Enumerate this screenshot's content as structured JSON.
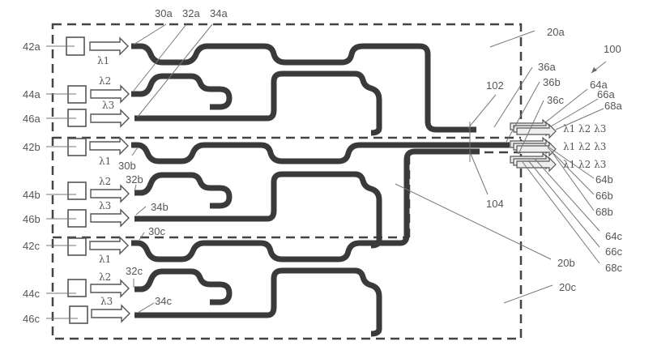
{
  "figure": {
    "system_label": "100",
    "regions": [
      {
        "id": "20a",
        "label": "20a"
      },
      {
        "id": "20b",
        "label": "20b"
      },
      {
        "id": "20c",
        "label": "20c"
      }
    ],
    "lasers": {
      "a": [
        "42a",
        "44a",
        "46a"
      ],
      "b": [
        "42b",
        "44b",
        "46b"
      ],
      "c": [
        "42c",
        "44c",
        "46c"
      ]
    },
    "wavelengths": [
      "λ1",
      "λ2",
      "λ3"
    ],
    "wavelength_subs": {
      "l1": "λ",
      "s1": "1",
      "s2": "2",
      "s3": "3"
    },
    "waveguide_inputs": {
      "a": [
        "30a",
        "32a",
        "34a"
      ],
      "b": [
        "30b",
        "32b",
        "34b"
      ],
      "c": [
        "30c",
        "32c",
        "34c"
      ]
    },
    "outputs": [
      "36a",
      "36b",
      "36c"
    ],
    "out_beams": {
      "a": [
        "64a",
        "66a",
        "68a"
      ],
      "b": [
        "64b",
        "66b",
        "68b"
      ],
      "c": [
        "64c",
        "66c",
        "68c"
      ]
    },
    "couplers": [
      "102",
      "104"
    ],
    "output_wavelength_text": "λ1 λ2 λ3"
  },
  "colors": {
    "waveguide": "#3a3a3a",
    "dashed_border": "#444444",
    "label_text": "#555555"
  }
}
